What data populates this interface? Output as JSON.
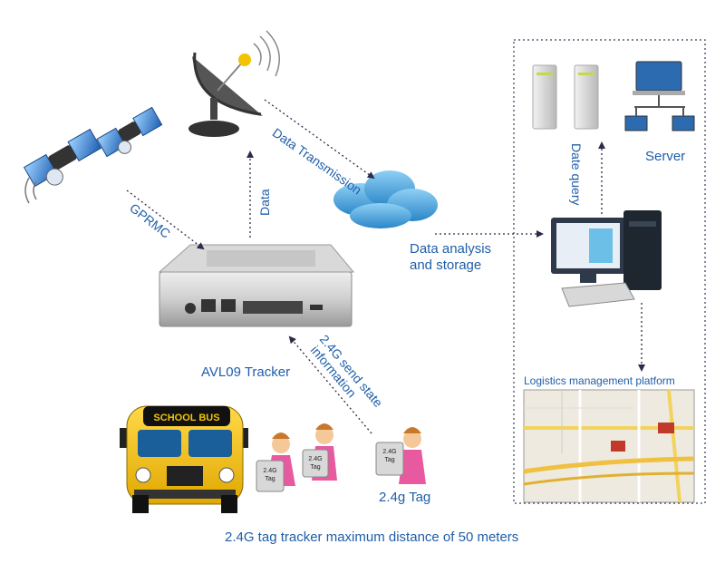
{
  "labels": {
    "data_transmission": "Data Transmission",
    "data": "Data",
    "gprmc": "GPRMC",
    "data_analysis_line1": "Data analysis",
    "data_analysis_line2": "and storage",
    "date_query": "Date query",
    "server": "Server",
    "tracker": "AVL09 Tracker",
    "send_state_line1": "2.4G send state",
    "send_state_line2": "information",
    "tag": "2.4g Tag",
    "logistics": "Logistics management platform",
    "footer": "2.4G tag tracker maximum distance of 50 meters"
  },
  "bus": {
    "sign": "SCHOOL BUS"
  },
  "tag_cards": [
    {
      "line1": "2.4G",
      "line2": "Tag"
    },
    {
      "line1": "2.4G",
      "line2": "Tag"
    },
    {
      "line1": "2.4G",
      "line2": "Tag"
    }
  ],
  "colors": {
    "label_blue": "#1f5ea8",
    "bus_yellow": "#f5c400",
    "cloud_blue": "#4aa3dd",
    "panel_blue": "#2a6fc0",
    "dotted_border": "#3a3a5a"
  }
}
